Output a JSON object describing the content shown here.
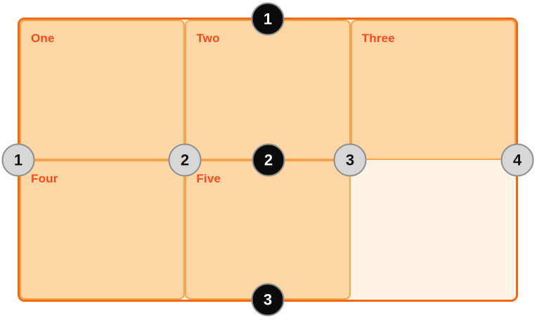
{
  "diagram": {
    "cells": [
      {
        "label": "One"
      },
      {
        "label": "Two"
      },
      {
        "label": "Three"
      },
      {
        "label": "Four"
      },
      {
        "label": "Five"
      },
      {
        "label": ""
      }
    ],
    "row_line_markers": [
      "1",
      "2",
      "3"
    ],
    "column_line_markers": [
      "1",
      "2",
      "3",
      "4"
    ]
  },
  "colors": {
    "container_border": "#F3680B",
    "container_fill": "#FEF3E4",
    "cell_fill": "#FCD7A5",
    "cell_border": "#F9A448",
    "label_text": "#FB4A1A",
    "row_marker_bg": "#0B0B0B",
    "row_marker_text": "#FFFFFF",
    "column_marker_bg": "#D7D7D7",
    "column_marker_text": "#111111",
    "marker_ring": "#8F8F8F"
  }
}
